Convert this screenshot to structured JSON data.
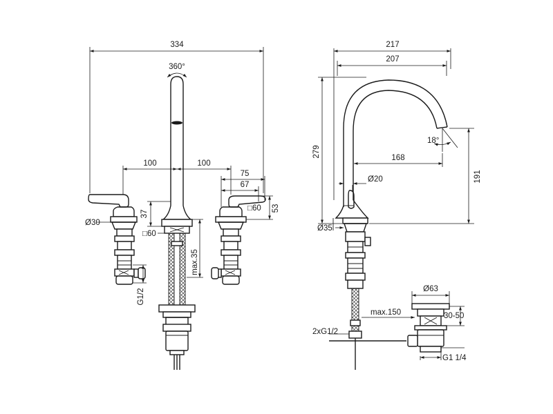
{
  "front_view": {
    "dims": {
      "overall_width": "334",
      "rotation": "360°",
      "left_spacing": "100",
      "right_spacing": "100",
      "d75": "75",
      "d67": "67",
      "d53": "53",
      "d37": "37",
      "sq60_handle": "□60",
      "sq60_body": "□60",
      "dia30": "Ø30",
      "max35": "max.35",
      "g12": "G1/2"
    }
  },
  "side_view": {
    "dims": {
      "width_217": "217",
      "width_207": "207",
      "height_279": "279",
      "height_191": "191",
      "reach_168": "168",
      "angle_18": "18°",
      "dia20": "Ø20",
      "dia35": "Ø35",
      "dia63": "Ø63",
      "range_30_50": "30-50",
      "max150": "max.150",
      "g12x2": "2xG1/2",
      "g114": "G1 1/4"
    }
  }
}
